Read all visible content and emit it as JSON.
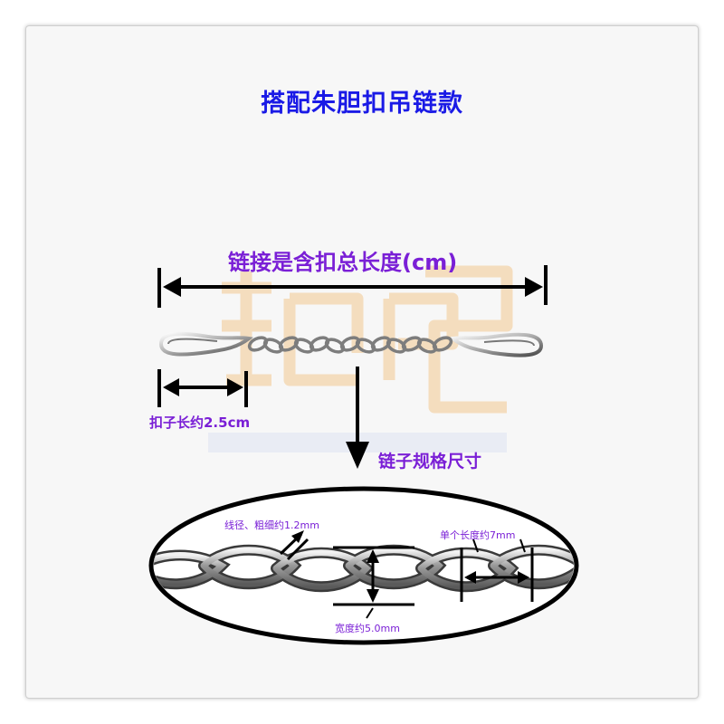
{
  "title": "搭配朱胆扣吊链款",
  "labels": {
    "total_length": "链接是含扣总长度(cm)",
    "clasp_length": "扣子长约2.5cm",
    "chain_spec": "链子规格尺寸",
    "wire_diameter": "线径、粗细约1.2mm",
    "link_length": "单个长度约7mm",
    "width": "宽度约5.0mm"
  },
  "colors": {
    "title": "#1a1ae6",
    "label": "#7a1fd6",
    "arrow": "#000000",
    "watermark": "#f3c890"
  },
  "icons": {
    "watermark": "shop-logo-watermark"
  }
}
